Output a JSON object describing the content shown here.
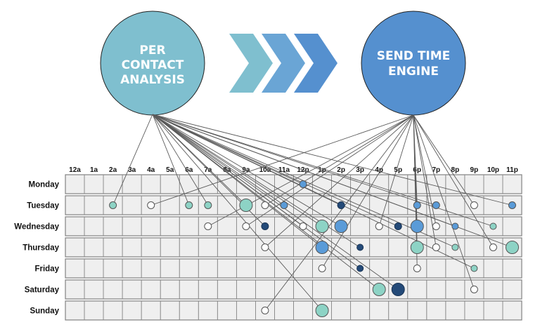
{
  "nodes": {
    "left": {
      "lines": [
        "PER",
        "CONTACT",
        "ANALYSIS"
      ],
      "color": "#7fbfcf"
    },
    "right": {
      "lines": [
        "SEND TIME",
        "ENGINE"
      ],
      "color": "#5590cf"
    }
  },
  "arrows": {
    "colors": [
      "#7fbfcf",
      "#6aa5d5",
      "#5590cf"
    ]
  },
  "hours": [
    "12a",
    "1a",
    "2a",
    "3a",
    "4a",
    "5a",
    "6a",
    "7a",
    "8a",
    "9a",
    "10a",
    "11a",
    "12p",
    "1p",
    "2p",
    "3p",
    "4p",
    "5p",
    "6p",
    "7p",
    "8p",
    "9p",
    "10p",
    "11p"
  ],
  "days": [
    "Monday",
    "Tuesday",
    "Wednesday",
    "Thursday",
    "Friday",
    "Saturday",
    "Sunday"
  ],
  "dot_colors": {
    "teal": "#8dd3c5",
    "blue": "#5a9bd8",
    "navy": "#244a78",
    "white": "#ffffff"
  },
  "dots": [
    {
      "day": 0,
      "hour": 12,
      "color": "blue",
      "size": "s",
      "src": "left"
    },
    {
      "day": 1,
      "hour": 2,
      "color": "teal",
      "size": "s",
      "src": "left"
    },
    {
      "day": 1,
      "hour": 4,
      "color": "white",
      "size": "s",
      "src": "right"
    },
    {
      "day": 1,
      "hour": 6,
      "color": "teal",
      "size": "s",
      "src": "left"
    },
    {
      "day": 1,
      "hour": 7,
      "color": "teal",
      "size": "s",
      "src": "left"
    },
    {
      "day": 1,
      "hour": 9,
      "color": "teal",
      "size": "l",
      "src": "left"
    },
    {
      "day": 1,
      "hour": 10,
      "color": "white",
      "size": "s",
      "src": "right"
    },
    {
      "day": 1,
      "hour": 11,
      "color": "blue",
      "size": "s",
      "src": "left"
    },
    {
      "day": 1,
      "hour": 14,
      "color": "navy",
      "size": "s",
      "src": "left"
    },
    {
      "day": 1,
      "hour": 18,
      "color": "blue",
      "size": "s",
      "src": "right"
    },
    {
      "day": 1,
      "hour": 19,
      "color": "blue",
      "size": "s",
      "src": "left"
    },
    {
      "day": 1,
      "hour": 21,
      "color": "white",
      "size": "s",
      "src": "right"
    },
    {
      "day": 1,
      "hour": 23,
      "color": "blue",
      "size": "s",
      "src": "left"
    },
    {
      "day": 2,
      "hour": 7,
      "color": "white",
      "size": "s",
      "src": "right"
    },
    {
      "day": 2,
      "hour": 9,
      "color": "white",
      "size": "s",
      "src": "right"
    },
    {
      "day": 2,
      "hour": 10,
      "color": "navy",
      "size": "s",
      "src": "left"
    },
    {
      "day": 2,
      "hour": 12,
      "color": "white",
      "size": "s",
      "src": "left"
    },
    {
      "day": 2,
      "hour": 13,
      "color": "teal",
      "size": "l",
      "src": "left"
    },
    {
      "day": 2,
      "hour": 14,
      "color": "blue",
      "size": "l",
      "src": "left"
    },
    {
      "day": 2,
      "hour": 16,
      "color": "white",
      "size": "s",
      "src": "right"
    },
    {
      "day": 2,
      "hour": 17,
      "color": "navy",
      "size": "s",
      "src": "left"
    },
    {
      "day": 2,
      "hour": 18,
      "color": "blue",
      "size": "l",
      "src": "right"
    },
    {
      "day": 2,
      "hour": 19,
      "color": "white",
      "size": "s",
      "src": "right"
    },
    {
      "day": 2,
      "hour": 20,
      "color": "blue",
      "size": "xs",
      "src": "left"
    },
    {
      "day": 2,
      "hour": 22,
      "color": "teal",
      "size": "xs",
      "src": "left"
    },
    {
      "day": 3,
      "hour": 10,
      "color": "white",
      "size": "s",
      "src": "right"
    },
    {
      "day": 3,
      "hour": 13,
      "color": "blue",
      "size": "l",
      "src": "left"
    },
    {
      "day": 3,
      "hour": 15,
      "color": "navy",
      "size": "xs",
      "src": "left"
    },
    {
      "day": 3,
      "hour": 18,
      "color": "teal",
      "size": "l",
      "src": "right"
    },
    {
      "day": 3,
      "hour": 19,
      "color": "white",
      "size": "s",
      "src": "right"
    },
    {
      "day": 3,
      "hour": 20,
      "color": "teal",
      "size": "xs",
      "src": "left"
    },
    {
      "day": 3,
      "hour": 22,
      "color": "white",
      "size": "s",
      "src": "right"
    },
    {
      "day": 3,
      "hour": 23,
      "color": "teal",
      "size": "l",
      "src": "left"
    },
    {
      "day": 4,
      "hour": 13,
      "color": "white",
      "size": "s",
      "src": "right"
    },
    {
      "day": 4,
      "hour": 15,
      "color": "navy",
      "size": "xs",
      "src": "left"
    },
    {
      "day": 4,
      "hour": 18,
      "color": "white",
      "size": "s",
      "src": "right"
    },
    {
      "day": 4,
      "hour": 21,
      "color": "teal",
      "size": "xs",
      "src": "left"
    },
    {
      "day": 5,
      "hour": 16,
      "color": "teal",
      "size": "l",
      "src": "left"
    },
    {
      "day": 5,
      "hour": 17,
      "color": "navy",
      "size": "l",
      "src": "left"
    },
    {
      "day": 5,
      "hour": 21,
      "color": "white",
      "size": "s",
      "src": "right"
    },
    {
      "day": 6,
      "hour": 10,
      "color": "white",
      "size": "s",
      "src": "right"
    },
    {
      "day": 6,
      "hour": 13,
      "color": "teal",
      "size": "l",
      "src": "left"
    }
  ]
}
